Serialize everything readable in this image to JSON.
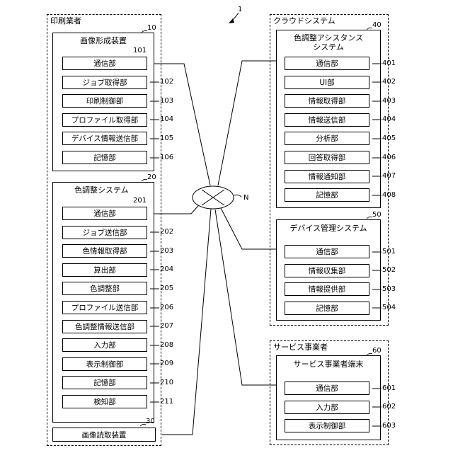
{
  "system_ref": "1",
  "network_ref": "N",
  "printer": {
    "label": "印刷業者",
    "image_forming": {
      "title": "画像形成装置",
      "ref": "10",
      "first_ref": "101",
      "items": [
        {
          "label": "通信部",
          "ref": ""
        },
        {
          "label": "ジョブ取得部",
          "ref": "102"
        },
        {
          "label": "印刷制御部",
          "ref": "103"
        },
        {
          "label": "プロファイル取得部",
          "ref": "104"
        },
        {
          "label": "デバイス情報送信部",
          "ref": "105"
        },
        {
          "label": "記憶部",
          "ref": "106"
        }
      ]
    },
    "color_system": {
      "title": "色調整システム",
      "ref": "20",
      "first_ref": "201",
      "items": [
        {
          "label": "通信部",
          "ref": ""
        },
        {
          "label": "ジョブ送信部",
          "ref": "202"
        },
        {
          "label": "色情報取得部",
          "ref": "203"
        },
        {
          "label": "算出部",
          "ref": "204"
        },
        {
          "label": "色調整部",
          "ref": "205"
        },
        {
          "label": "プロファイル送信部",
          "ref": "206"
        },
        {
          "label": "色調整情報送信部",
          "ref": "207"
        },
        {
          "label": "入力部",
          "ref": "208"
        },
        {
          "label": "表示制御部",
          "ref": "209"
        },
        {
          "label": "記憶部",
          "ref": "210"
        },
        {
          "label": "検知部",
          "ref": "211"
        }
      ]
    },
    "image_reader": {
      "label": "画像読取装置",
      "ref": "30"
    }
  },
  "cloud": {
    "label": "クラウドシステム",
    "assistance": {
      "title_line1": "色調整アシスタンス",
      "title_line2": "システム",
      "ref": "40",
      "items": [
        {
          "label": "通信部",
          "ref": "401"
        },
        {
          "label": "UI部",
          "ref": "402"
        },
        {
          "label": "情報取得部",
          "ref": "403"
        },
        {
          "label": "情報送信部",
          "ref": "404"
        },
        {
          "label": "分析部",
          "ref": "405"
        },
        {
          "label": "回答取得部",
          "ref": "406"
        },
        {
          "label": "情報通知部",
          "ref": "407"
        },
        {
          "label": "記憶部",
          "ref": "408"
        }
      ]
    },
    "device_mgmt": {
      "title": "デバイス管理システム",
      "ref": "50",
      "items": [
        {
          "label": "通信部",
          "ref": "501"
        },
        {
          "label": "情報収集部",
          "ref": "502"
        },
        {
          "label": "情報提供部",
          "ref": "503"
        },
        {
          "label": "記憶部",
          "ref": "504"
        }
      ]
    }
  },
  "service": {
    "label": "サービス事業者",
    "terminal": {
      "title": "サービス事業者端末",
      "ref": "60",
      "items": [
        {
          "label": "通信部",
          "ref": "601"
        },
        {
          "label": "入力部",
          "ref": "602"
        },
        {
          "label": "表示制御部",
          "ref": "603"
        }
      ]
    }
  }
}
